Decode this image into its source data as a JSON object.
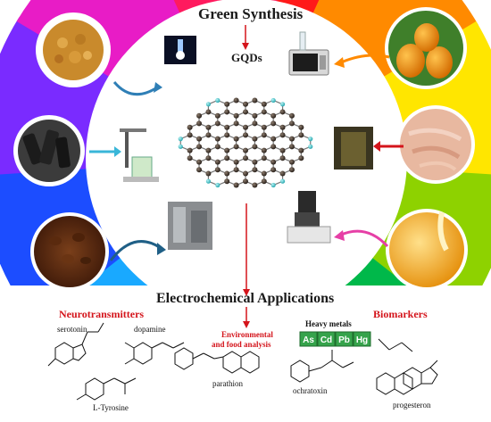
{
  "header": {
    "title": "Green Synthesis"
  },
  "center": {
    "label": "GQDs"
  },
  "applications": {
    "title": "Electrochemical Applications",
    "neurotransmitters": "Neurotransmitters",
    "environmental_line1": "Environmental",
    "environmental_line2": "and food analysis",
    "biomarkers": "Biomarkers",
    "heavy_metals": "Heavy metals"
  },
  "molecules": {
    "serotonin": "serotonin",
    "dopamine": "dopamine",
    "tyrosine": "L-Tyrosine",
    "parathion": "parathion",
    "ochratoxin": "ochratoxin",
    "progesterone": "progesteron"
  },
  "heavy_metal_tiles": [
    "As",
    "Cd",
    "Pb",
    "Hg"
  ],
  "colors": {
    "ring": [
      "#ff1a1a",
      "#ff8a00",
      "#ffe600",
      "#8ed200",
      "#00b84a",
      "#00b8b0",
      "#19a9ff",
      "#1c4dff",
      "#7a2bff",
      "#e81cc6",
      "#ff1a5e"
    ],
    "accent_red": "#d4141b",
    "arrow_blue": "#2f7fb6",
    "arrow_pink": "#e63fa6",
    "graphene_atom": "#3a2f28",
    "graphene_edge": "#36c4c9"
  }
}
